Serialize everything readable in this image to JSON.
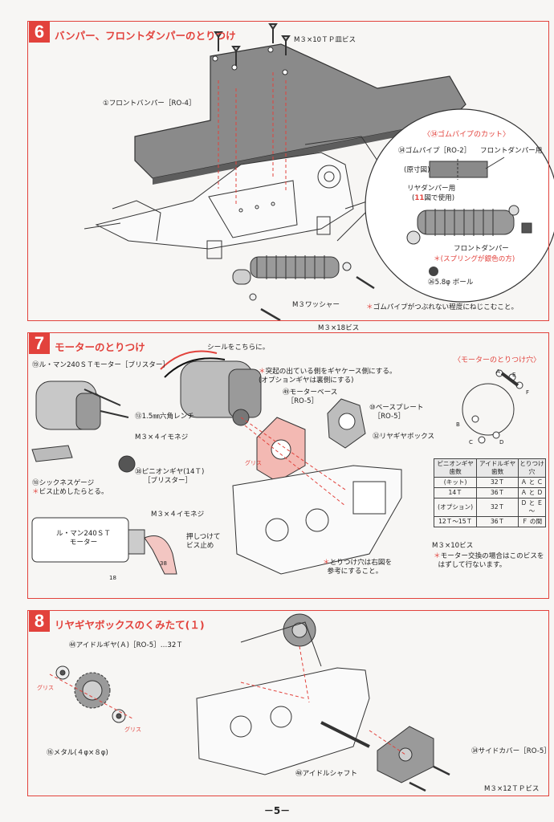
{
  "page_number": "－5－",
  "section6": {
    "num": "6",
    "title": "バンパー、フロントダンパーのとりつけ",
    "labels": {
      "screw": "M３×10ＴＰ皿ビス",
      "bumper": "①フロントバンパー［RO-4］",
      "washer": "M３ワッシャー",
      "note": "ゴムパイプがつぶれない程度にねじこむこと。",
      "screw18": "M３×18ビス"
    },
    "detail": {
      "title": "〈㉞ゴムパイプのカット〉",
      "pipe": "㉞ゴムパイプ［RO-2］",
      "front_damper": "フロントダンパー用",
      "actual": "(原寸図)",
      "rear_damper": "リヤダンパー用",
      "rear_use_pre": "(",
      "rear_use_num": "11",
      "rear_use_post": "図で使用)",
      "damper": "フロントダンパー",
      "spring": "(スプリングが銀色の方)",
      "ball": "㉖5.8φ ボール"
    }
  },
  "section7": {
    "num": "7",
    "title": "モーターのとりつけ",
    "labels": {
      "motor": "⑲ル・マン240ＳＴモーター［ブリスター］",
      "seal": "シールをこちらに。",
      "protrude_1": "突起の出ている側をギヤケース側にする。",
      "protrude_2": "(オプションギヤは裏側にする)",
      "motor_base": "㊾モーターベース",
      "motor_base_ref": "［RO-5］",
      "base_plate": "⑩ベースプレート",
      "base_plate_ref": "［RO-5］",
      "rear_gearbox": "㉜リヤギヤボックス",
      "hex_wrench": "⑬1.5㎜六角レンチ",
      "set_screw": "M３×４イモネジ",
      "pinion": "㊳ピニオンギヤ(14Ｔ)",
      "pinion_ref": "［ブリスター］",
      "gauge": "⑱シックネスゲージ",
      "gauge_note": "ビス止めしたらとる。",
      "set_screw2": "M３×４イモネジ",
      "push_1": "押しつけて",
      "push_2": "ビス止め",
      "motor_body_1": "ル・マン240ＳＴ",
      "motor_body_2": "モーター",
      "screw10": "M３×10ビス",
      "exchange_1": "モーター交換の場合はこのビスを",
      "exchange_2": "はずして行ないます。",
      "holes_1": "とりつけ穴は右図を",
      "holes_2": "参考にすること。",
      "grease": "グリス",
      "mark_38": "38",
      "mark_18": "18"
    },
    "holes_title": "〈モーターのとりつけ穴〉",
    "hole_letters": [
      "A",
      "E",
      "F",
      "B",
      "C",
      "D"
    ],
    "table": {
      "headers": [
        "ピニオンギヤ歯数",
        "アイドルギヤ歯数",
        "とりつけ穴"
      ],
      "rows": [
        [
          "(キット)",
          "32Ｔ",
          "Ａ と Ｃ"
        ],
        [
          "14Ｔ",
          "36Ｔ",
          "Ａ と Ｄ"
        ],
        [
          "(オプション)",
          "32Ｔ",
          "Ｄ と Ｅ 〜"
        ],
        [
          "12Ｔ〜15Ｔ",
          "36Ｔ",
          "Ｆ の間"
        ]
      ]
    }
  },
  "section8": {
    "num": "8",
    "title": "リヤギヤボックスのくみたて(１)",
    "labels": {
      "idle_gear": "㊹アイドルギヤ(Ａ)［RO-5］…32Ｔ",
      "metal": "⑯メタル(４φ×８φ)",
      "idle_shaft": "㊽アイドルシャフト",
      "side_cover": "㉞サイドカバー［RO-5］",
      "screw12": "M３×12ＴＰビス",
      "grease": "グリス"
    }
  },
  "colors": {
    "accent": "#e2423c",
    "ink": "#222222",
    "paper": "#f7f6f4"
  }
}
